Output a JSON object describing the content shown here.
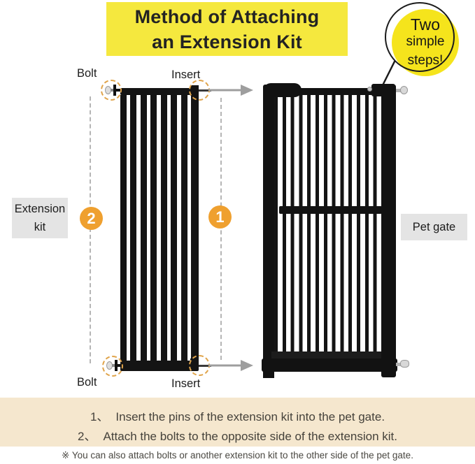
{
  "title": {
    "line1": "Method of Attaching",
    "line2": "an Extension Kit"
  },
  "badge": {
    "line1": "Two",
    "line2": "simple",
    "line3": "steps!"
  },
  "diagram": {
    "bolt_top_label": "Bolt",
    "insert_top_label": "Insert",
    "bolt_bottom_label": "Bolt",
    "insert_bottom_label": "Insert",
    "extension_kit_label": "Extension kit",
    "pet_gate_label": "Pet gate",
    "step1_badge": "1",
    "step2_badge": "2"
  },
  "instructions": {
    "steps": [
      {
        "num": "1、",
        "text": "Insert the pins of the extension kit into the pet gate."
      },
      {
        "num": "2、",
        "text": "Attach the bolts to the opposite side of the extension kit."
      }
    ],
    "note": "※ You can also attach bolts or another extension kit to the other side of the pet gate."
  },
  "colors": {
    "highlight_yellow": "#F5E83E",
    "bubble_yellow": "#F5E41C",
    "step_orange": "#EFA02F",
    "dashed_circle_orange": "#E0A44B",
    "label_gray": "#E4E4E4",
    "instruction_beige": "#F5E7CE",
    "gate_black": "#141414",
    "arrow_gray": "#9E9E9E"
  }
}
